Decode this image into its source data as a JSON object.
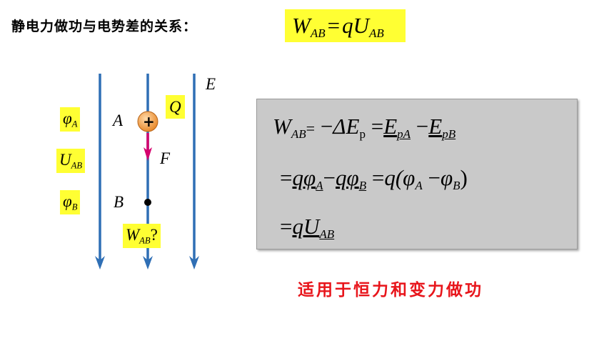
{
  "header": {
    "title": "静电力做功与电势差的关系：",
    "formula": {
      "W": "W",
      "W_sub": "AB",
      "eq": "=",
      "q": "q",
      "U": "U",
      "U_sub": "AB"
    }
  },
  "diagram": {
    "field_label": "E",
    "charge_sign": "+",
    "charge_label": "Q",
    "point_a": "A",
    "point_b": "B",
    "force_label": "F",
    "phi_a": {
      "main": "φ",
      "sub": "A"
    },
    "u_ab": {
      "main": "U",
      "sub": "AB"
    },
    "phi_b": {
      "main": "φ",
      "sub": "B"
    },
    "work_question": {
      "main": "W",
      "sub": "AB",
      "suffix": "?"
    }
  },
  "derivation": {
    "line1": {
      "W": "W",
      "W_sub": "AB",
      "eq1": "=",
      "minus": "−",
      "delta": "ΔE",
      "delta_sub": "p",
      "eq2": "=",
      "E1": "E",
      "E1_sub": "pA",
      "minus2": "−",
      "E2": "E",
      "E2_sub": "pB"
    },
    "line2": {
      "eq": "=",
      "t1": "qφ",
      "t1_sub": "A",
      "minus": "−",
      "t2": "qφ",
      "t2_sub": "B",
      "eq2": "=",
      "t3": "q(φ",
      "t3_sub": "A",
      "minus2": "−",
      "t4": "φ",
      "t4_sub": "B",
      "close": ")"
    },
    "line3": {
      "eq": "=",
      "t1": "qU",
      "t1_sub": "AB"
    }
  },
  "note": "适用于恒力和变力做功",
  "colors": {
    "highlight": "#ffff33",
    "field_line": "#2f6fb5",
    "force_arrow": "#d5006d",
    "note": "#e8151b",
    "box": "#c9c9c9"
  }
}
